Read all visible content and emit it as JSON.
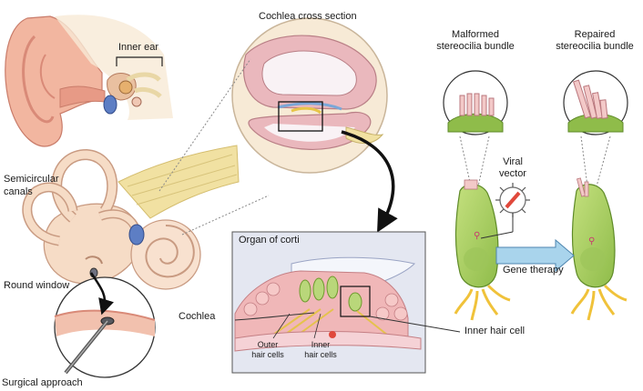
{
  "labels": {
    "inner_ear": "Inner ear",
    "cochlea_cross_section": "Cochlea cross section",
    "semicircular_canals_1": "Semicircular",
    "semicircular_canals_2": "canals",
    "round_window": "Round window",
    "cochlea": "Cochlea",
    "surgical_approach": "Surgical approach",
    "organ_of_corti": "Organ of corti",
    "outer_hair_cells_1": "Outer",
    "outer_hair_cells_2": "hair cells",
    "inner_hair_cells_1": "Inner",
    "inner_hair_cells_2": "hair cells",
    "inner_hair_cell": "Inner hair cell",
    "malformed_1": "Malformed",
    "malformed_2": "stereocilia bundle",
    "repaired_1": "Repaired",
    "repaired_2": "stereocilia bundle",
    "viral_1": "Viral",
    "viral_2": "vector",
    "gene_therapy": "Gene therapy"
  },
  "colors": {
    "skin": "#f2b6a0",
    "skin_dark": "#d98a78",
    "bone": "#f3e3c8",
    "cochlea_pink": "#eab8bd",
    "hair_cell_green": "#a8cf63",
    "cell_dark": "#6d9a2c",
    "nerve_yellow": "#f3e08a",
    "arrow_blue": "#a9d4ec",
    "panel_bg": "#e4e7f1",
    "vector_red": "#e0483b"
  }
}
